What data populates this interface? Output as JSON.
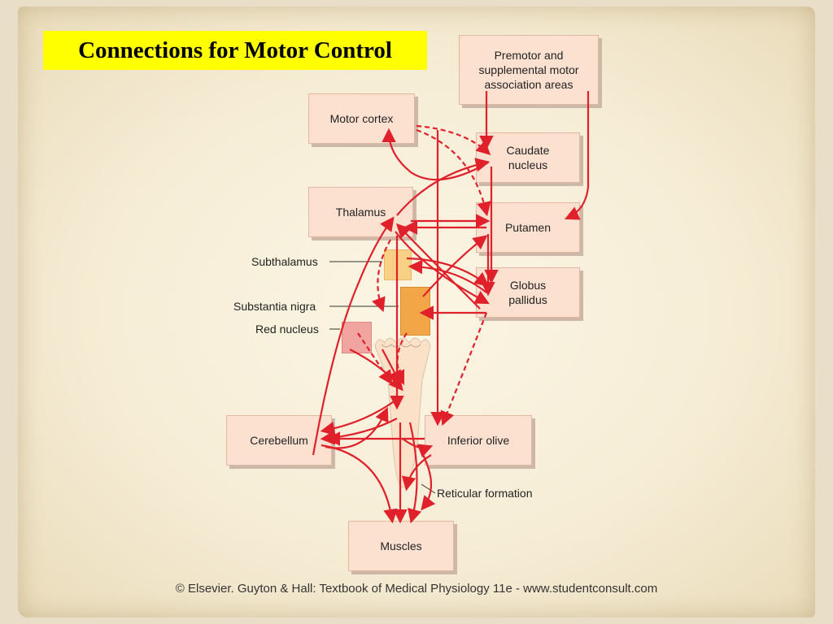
{
  "title": "Connections for Motor Control",
  "boxes": {
    "premotor": "Premotor and\nsupplemental motor\nassociation areas",
    "motor_cortex": "Motor cortex",
    "caudate": "Caudate\nnucleus",
    "thalamus": "Thalamus",
    "putamen": "Putamen",
    "globus": "Globus\npallidus",
    "cerebellum": "Cerebellum",
    "inferior_olive": "Inferior olive",
    "muscles": "Muscles"
  },
  "labels": {
    "subthalamus": "Subthalamus",
    "substantia_nigra": "Substantia nigra",
    "red_nucleus": "Red nucleus",
    "reticular_formation": "Reticular formation"
  },
  "credit": "© Elsevier. Guyton & Hall: Textbook of Medical Physiology 11e - www.studentconsult.com",
  "colors": {
    "arrow": "#e0202a",
    "title_bg": "#ffff00",
    "box_bg": "#fce1d1"
  }
}
